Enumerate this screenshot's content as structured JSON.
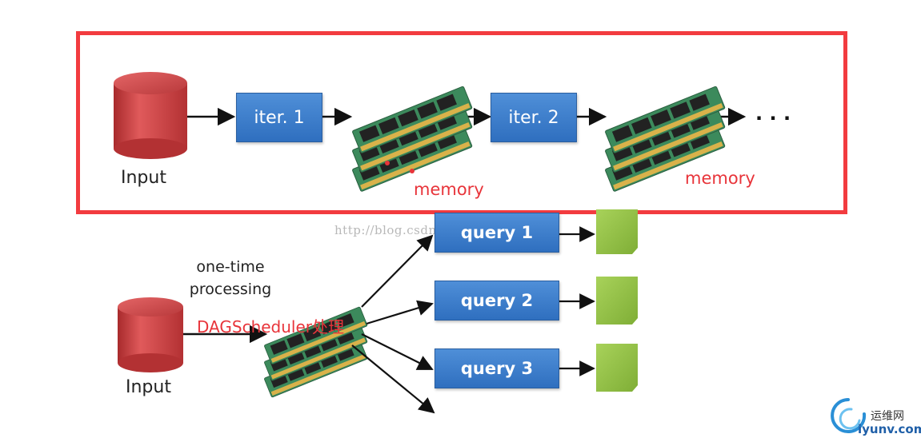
{
  "top_row": {
    "input_label": "Input",
    "iter1_label": "iter. 1",
    "iter2_label": "iter. 2",
    "ellipsis": ". . .",
    "memory_label_1": "memory",
    "memory_label_2": "memory"
  },
  "bottom_row": {
    "input_label": "Input",
    "processing_label_line1": "one-time",
    "processing_label_line2": "processing",
    "dagscheduler_label": "DAGScheduler处理",
    "query1_label": "query 1",
    "query2_label": "query 2",
    "query3_label": "query 3"
  },
  "watermark": "http://blog.csdn.net/stark_summer",
  "logo": {
    "cn_text": "运维网",
    "domain_text": "iyunv.com"
  },
  "colors": {
    "frame": "#f23b3f",
    "annotation_red": "#e8343a",
    "box_blue": "#3b7dcc",
    "cylinder_red": "#c9393a",
    "result_green": "#96c446",
    "ram_green": "#3c8a5c"
  }
}
